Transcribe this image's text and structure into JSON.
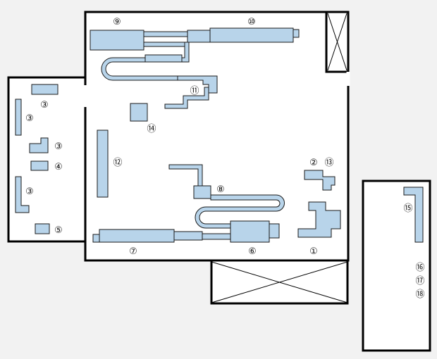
{
  "colors": {
    "background": "#f2f2f2",
    "wall": "#000000",
    "room_fill": "#ffffff",
    "equipment_fill": "#b8d4ea",
    "equipment_stroke": "#1a1a1a"
  },
  "labels": {
    "l1": "①",
    "l2": "②",
    "l3a": "③",
    "l3b": "③",
    "l3c": "③",
    "l3d": "③",
    "l4": "④",
    "l5": "⑤",
    "l6": "⑥",
    "l7": "⑦",
    "l8": "⑧",
    "l9": "⑨",
    "l10": "⑩",
    "l11": "⑪",
    "l12": "⑫",
    "l13": "⑬",
    "l14": "⑭",
    "l15": "⑮",
    "l16": "⑯",
    "l17": "⑰",
    "l18": "⑱"
  }
}
